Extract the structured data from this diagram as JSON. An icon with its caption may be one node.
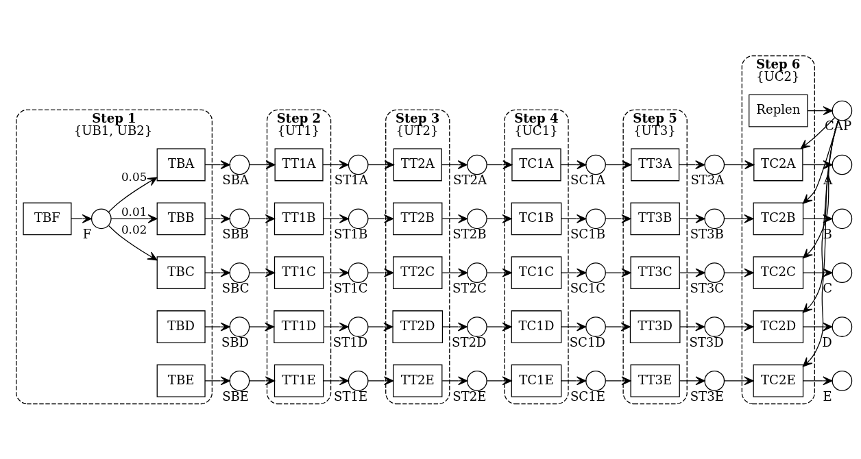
{
  "diagram": {
    "nodes": [
      {
        "text": [
          "Step 1",
          "{UB1, UB2}"
        ]
      },
      {
        "text": [
          "TBF"
        ],
        "in": 0
      },
      {
        "text": [
          "F"
        ],
        "in": 0
      },
      {
        "text": [
          "TBA"
        ],
        "in": 0
      },
      {
        "text": [
          "TBB"
        ],
        "in": 0
      },
      {
        "text": [
          "TBC"
        ],
        "in": 0
      },
      {
        "text": [
          "TBD"
        ],
        "in": 0
      },
      {
        "text": [
          "TBE"
        ],
        "in": 0
      },
      {
        "text": [
          "SBA"
        ]
      },
      {
        "text": [
          "SBB"
        ]
      },
      {
        "text": [
          "SBC"
        ]
      },
      {
        "text": [
          "SBD"
        ]
      },
      {
        "text": [
          "SBE"
        ]
      },
      {
        "text": [
          "Step 2",
          "{UT1}"
        ]
      },
      {
        "text": [
          "TT1A"
        ],
        "in": 13
      },
      {
        "text": [
          "TT1B"
        ],
        "in": 13
      },
      {
        "text": [
          "TT1C"
        ],
        "in": 13
      },
      {
        "text": [
          "TT1D"
        ],
        "in": 13
      },
      {
        "text": [
          "TT1E"
        ],
        "in": 13
      },
      {
        "text": [
          "ST1A"
        ]
      },
      {
        "text": [
          "ST1B"
        ]
      },
      {
        "text": [
          "ST1C"
        ]
      },
      {
        "text": [
          "ST1D"
        ]
      },
      {
        "text": [
          "ST1E"
        ]
      },
      {
        "text": [
          "Step 3",
          "{UT2}"
        ]
      },
      {
        "text": [
          "TT2A"
        ],
        "in": 24
      },
      {
        "text": [
          "TT2B"
        ],
        "in": 24
      },
      {
        "text": [
          "TT2C"
        ],
        "in": 24
      },
      {
        "text": [
          "TT2D"
        ],
        "in": 24
      },
      {
        "text": [
          "TT2E"
        ],
        "in": 24
      },
      {
        "text": [
          "ST2A"
        ]
      },
      {
        "text": [
          "ST2B"
        ]
      },
      {
        "text": [
          "ST2C"
        ]
      },
      {
        "text": [
          "ST2D"
        ]
      },
      {
        "text": [
          "ST2E"
        ]
      },
      {
        "text": [
          "Step 4",
          "{UC1}"
        ]
      },
      {
        "text": [
          "TC1A"
        ],
        "in": 35
      },
      {
        "text": [
          "TC1B"
        ],
        "in": 35
      },
      {
        "text": [
          "TC1C"
        ],
        "in": 35
      },
      {
        "text": [
          "TC1D"
        ],
        "in": 35
      },
      {
        "text": [
          "TC1E"
        ],
        "in": 35
      },
      {
        "text": [
          "SC1A"
        ]
      },
      {
        "text": [
          "SC1B"
        ]
      },
      {
        "text": [
          "SC1C"
        ]
      },
      {
        "text": [
          "SC1D"
        ]
      },
      {
        "text": [
          "SC1E"
        ]
      },
      {
        "text": [
          "Step 5",
          "{UT3}"
        ]
      },
      {
        "text": [
          "TT3A"
        ],
        "in": 46
      },
      {
        "text": [
          "TT3B"
        ],
        "in": 46
      },
      {
        "text": [
          "TT3C"
        ],
        "in": 46
      },
      {
        "text": [
          "TT3D"
        ],
        "in": 46
      },
      {
        "text": [
          "TT3E"
        ],
        "in": 46
      },
      {
        "text": [
          "ST3A"
        ]
      },
      {
        "text": [
          "ST3B"
        ]
      },
      {
        "text": [
          "ST3C"
        ]
      },
      {
        "text": [
          "ST3D"
        ]
      },
      {
        "text": [
          "ST3E"
        ]
      },
      {
        "text": [
          "Step 6",
          "{UC2}"
        ]
      },
      {
        "text": [
          "Replen"
        ],
        "in": 57
      },
      {
        "text": [
          "TC2A"
        ],
        "in": 57
      },
      {
        "text": [
          "TC2B"
        ],
        "in": 57
      },
      {
        "text": [
          "TC2C"
        ],
        "in": 57
      },
      {
        "text": [
          "TC2D"
        ],
        "in": 57
      },
      {
        "text": [
          "TC2E"
        ],
        "in": 57
      },
      {
        "text": [
          "CAP"
        ]
      },
      {
        "text": [
          "A"
        ]
      },
      {
        "text": [
          "B"
        ]
      },
      {
        "text": [
          "C"
        ]
      },
      {
        "text": [
          "D"
        ]
      },
      {
        "text": [
          "E"
        ]
      }
    ],
    "edges": [
      {
        "from": 1,
        "to": 2,
        "arrow": "to"
      },
      {
        "from": 2,
        "to": 3,
        "arrow": "to",
        "label": "0.05"
      },
      {
        "from": 2,
        "to": 4,
        "arrow": "to",
        "label": "0.01"
      },
      {
        "from": 2,
        "to": 5,
        "arrow": "to",
        "label": "0.02"
      },
      {
        "from": 3,
        "to": 8,
        "arrow": "to"
      },
      {
        "from": 4,
        "to": 9,
        "arrow": "to"
      },
      {
        "from": 5,
        "to": 10,
        "arrow": "to"
      },
      {
        "from": 6,
        "to": 11,
        "arrow": "to"
      },
      {
        "from": 7,
        "to": 12,
        "arrow": "to"
      },
      {
        "from": 8,
        "to": 14,
        "arrow": "to"
      },
      {
        "from": 9,
        "to": 15,
        "arrow": "to"
      },
      {
        "from": 10,
        "to": 16,
        "arrow": "to"
      },
      {
        "from": 11,
        "to": 17,
        "arrow": "to"
      },
      {
        "from": 12,
        "to": 18,
        "arrow": "to"
      },
      {
        "from": 14,
        "to": 19,
        "arrow": "to"
      },
      {
        "from": 15,
        "to": 20,
        "arrow": "to"
      },
      {
        "from": 16,
        "to": 21,
        "arrow": "to"
      },
      {
        "from": 17,
        "to": 22,
        "arrow": "to"
      },
      {
        "from": 18,
        "to": 23,
        "arrow": "to"
      },
      {
        "from": 19,
        "to": 25,
        "arrow": "to"
      },
      {
        "from": 20,
        "to": 26,
        "arrow": "to"
      },
      {
        "from": 21,
        "to": 27,
        "arrow": "to"
      },
      {
        "from": 22,
        "to": 28,
        "arrow": "to"
      },
      {
        "from": 23,
        "to": 29,
        "arrow": "to"
      },
      {
        "from": 25,
        "to": 30,
        "arrow": "to"
      },
      {
        "from": 26,
        "to": 31,
        "arrow": "to"
      },
      {
        "from": 27,
        "to": 32,
        "arrow": "to"
      },
      {
        "from": 28,
        "to": 33,
        "arrow": "to"
      },
      {
        "from": 29,
        "to": 34,
        "arrow": "to"
      },
      {
        "from": 30,
        "to": 36,
        "arrow": "to"
      },
      {
        "from": 31,
        "to": 37,
        "arrow": "to"
      },
      {
        "from": 32,
        "to": 38,
        "arrow": "to"
      },
      {
        "from": 33,
        "to": 39,
        "arrow": "to"
      },
      {
        "from": 34,
        "to": 40,
        "arrow": "to"
      },
      {
        "from": 36,
        "to": 41,
        "arrow": "to"
      },
      {
        "from": 37,
        "to": 42,
        "arrow": "to"
      },
      {
        "from": 38,
        "to": 43,
        "arrow": "to"
      },
      {
        "from": 39,
        "to": 44,
        "arrow": "to"
      },
      {
        "from": 40,
        "to": 45,
        "arrow": "to"
      },
      {
        "from": 41,
        "to": 47,
        "arrow": "to"
      },
      {
        "from": 42,
        "to": 48,
        "arrow": "to"
      },
      {
        "from": 43,
        "to": 49,
        "arrow": "to"
      },
      {
        "from": 44,
        "to": 50,
        "arrow": "to"
      },
      {
        "from": 45,
        "to": 51,
        "arrow": "to"
      },
      {
        "from": 47,
        "to": 52,
        "arrow": "to"
      },
      {
        "from": 48,
        "to": 53,
        "arrow": "to"
      },
      {
        "from": 49,
        "to": 54,
        "arrow": "to"
      },
      {
        "from": 50,
        "to": 55,
        "arrow": "to"
      },
      {
        "from": 51,
        "to": 56,
        "arrow": "to"
      },
      {
        "from": 52,
        "to": 59,
        "arrow": "to"
      },
      {
        "from": 53,
        "to": 60,
        "arrow": "to"
      },
      {
        "from": 54,
        "to": 61,
        "arrow": "to"
      },
      {
        "from": 55,
        "to": 62,
        "arrow": "to"
      },
      {
        "from": 56,
        "to": 63,
        "arrow": "to"
      },
      {
        "from": 58,
        "to": 64,
        "arrow": "to"
      },
      {
        "from": 64,
        "to": 59,
        "arrow": "to"
      },
      {
        "from": 64,
        "to": 60,
        "arrow": "to"
      },
      {
        "from": 64,
        "to": 61,
        "arrow": "to"
      },
      {
        "from": 64,
        "to": 62,
        "arrow": "to"
      },
      {
        "from": 64,
        "to": 63,
        "arrow": "to"
      },
      {
        "from": 59,
        "to": 65,
        "arrow": "to"
      },
      {
        "from": 60,
        "to": 66,
        "arrow": "to"
      },
      {
        "from": 61,
        "to": 67,
        "arrow": "to"
      },
      {
        "from": 62,
        "to": 68,
        "arrow": "to"
      },
      {
        "from": 63,
        "to": 69,
        "arrow": "to"
      }
    ]
  }
}
